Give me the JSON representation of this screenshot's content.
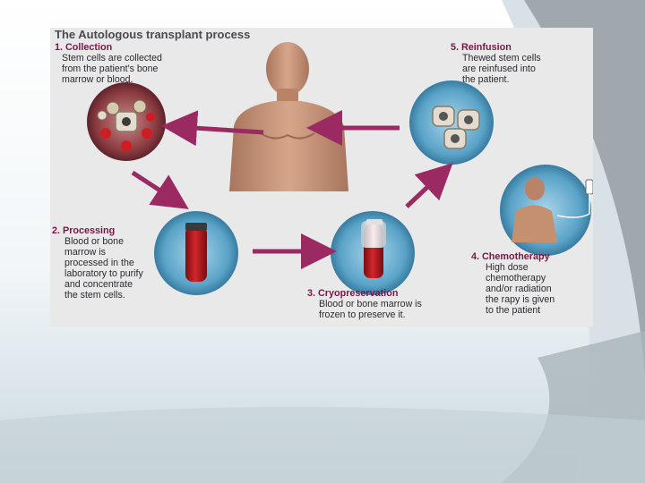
{
  "diagram": {
    "title": "The Autologous transplant process",
    "steps": [
      {
        "title": "1. Collection",
        "text": "Stem cells are collected\nfrom the patient's bone\nmarrow or blood."
      },
      {
        "title": "2. Processing",
        "text": "Blood or bone\nmarrow is\nprocessed in the\nlaboratory to purify\nand concentrate\nthe stem cells."
      },
      {
        "title": "3. Cryopreservation",
        "text": "Blood or bone marrow is\nfrozen to preserve it."
      },
      {
        "title": "4. Chemotherapy",
        "text": "High dose\nchemotherapy\nand/or radiation\nthe rapy is given\nto the patient"
      },
      {
        "title": "5. Reinfusion",
        "text": "Thewed stem cells\nare reinfused into\nthe patient."
      }
    ],
    "colors": {
      "accent": "#7a1747",
      "arrow": "#9b2a63",
      "figure_background": "#e9e9ea",
      "cell_blue": "#5aa3c8",
      "blood_red": "#b01318",
      "skin": "#c9977a"
    }
  }
}
